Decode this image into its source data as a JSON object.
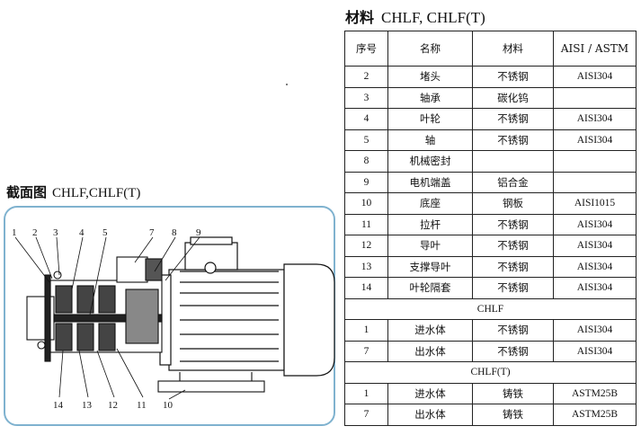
{
  "materials_title": {
    "cn": "材料",
    "en": "CHLF, CHLF(T)"
  },
  "section_title": {
    "cn": "截面图",
    "en": "CHLF,CHLF(T)"
  },
  "table": {
    "headers": [
      "序号",
      "名称",
      "材料",
      "AISI / ASTM"
    ],
    "rows_main": [
      [
        "2",
        "堵头",
        "不锈钢",
        "AISI304"
      ],
      [
        "3",
        "轴承",
        "碳化钨",
        ""
      ],
      [
        "4",
        "叶轮",
        "不锈钢",
        "AISI304"
      ],
      [
        "5",
        "轴",
        "不锈钢",
        "AISI304"
      ],
      [
        "8",
        "机械密封",
        "",
        ""
      ],
      [
        "9",
        "电机端盖",
        "铝合金",
        ""
      ],
      [
        "10",
        "底座",
        "钢板",
        "AISI1015"
      ],
      [
        "11",
        "拉杆",
        "不锈钢",
        "AISI304"
      ],
      [
        "12",
        "导叶",
        "不锈钢",
        "AISI304"
      ],
      [
        "13",
        "支撑导叶",
        "不锈钢",
        "AISI304"
      ],
      [
        "14",
        "叶轮隔套",
        "不锈钢",
        "AISI304"
      ]
    ],
    "group_chlf": "CHLF",
    "rows_chlf": [
      [
        "1",
        "进水体",
        "不锈钢",
        "AISI304"
      ],
      [
        "7",
        "出水体",
        "不锈钢",
        "AISI304"
      ]
    ],
    "group_chlft": "CHLF(T)",
    "rows_chlft": [
      [
        "1",
        "进水体",
        "铸铁",
        "ASTM25B"
      ],
      [
        "7",
        "出水体",
        "铸铁",
        "ASTM25B"
      ]
    ]
  },
  "diagram": {
    "callouts_top": [
      "1",
      "2",
      "3",
      "4",
      "5",
      "7",
      "8",
      "9"
    ],
    "callouts_bottom": [
      "14",
      "13",
      "12",
      "11",
      "10"
    ],
    "frame_color": "#7fb2cf"
  }
}
